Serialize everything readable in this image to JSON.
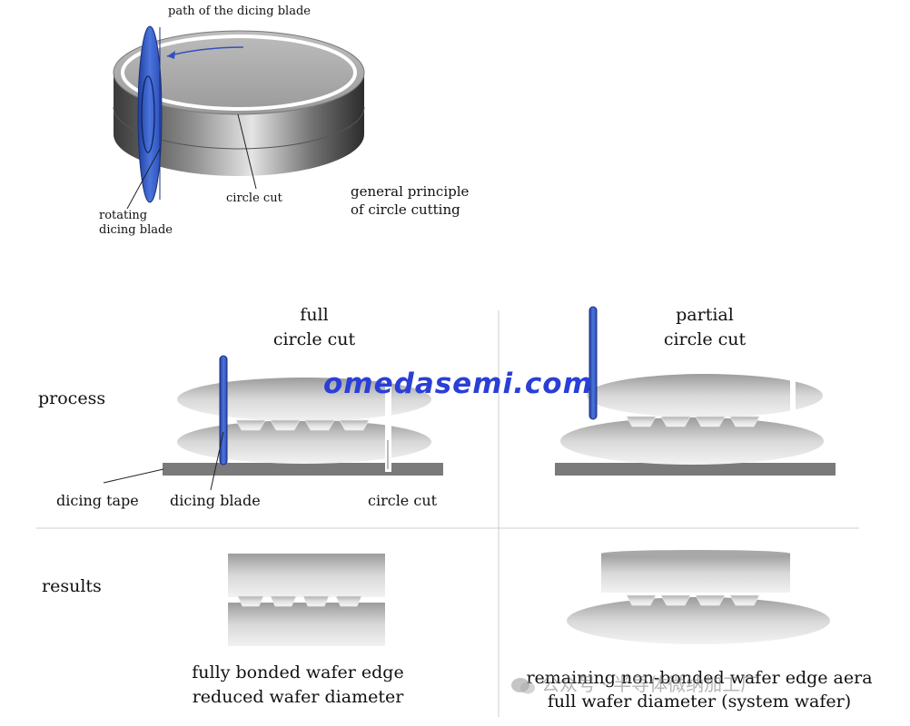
{
  "labels": {
    "path_of_blade": "path of the dicing blade",
    "circle_cut_top": "circle cut",
    "rotating_blade_line1": "rotating",
    "rotating_blade_line2": "dicing blade",
    "principle_line1": "general principle",
    "principle_line2": "of circle cutting",
    "full_line1": "full",
    "full_line2": "circle cut",
    "partial_line1": "partial",
    "partial_line2": "circle cut",
    "process": "process",
    "results": "results",
    "dicing_tape": "dicing tape",
    "dicing_blade": "dicing blade",
    "circle_cut_bottom": "circle cut",
    "full_result_line1": "fully bonded wafer edge",
    "full_result_line2": "reduced wafer diameter",
    "partial_result_line1": "remaining non-bonded wafer edge aera",
    "partial_result_line2": "full wafer diameter (system wafer)"
  },
  "watermark": "omedasemi.com",
  "wechat_text": "公众号 · 半导体微纳加工厂",
  "icons": {
    "wechat": "wechat-icon"
  },
  "colors": {
    "blade": "#3a5fc9",
    "tape": "#7a7a7a",
    "watermark": "#2a3fd6"
  }
}
